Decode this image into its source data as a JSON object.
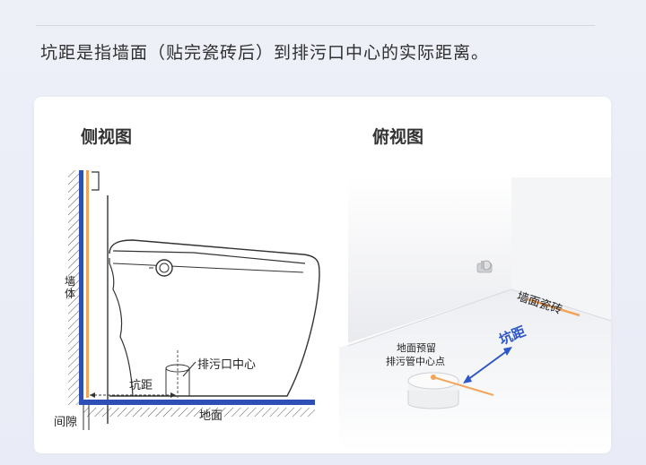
{
  "header": {
    "description": "坑距是指墙面（贴完瓷砖后）到排污口中心的实际距离。"
  },
  "side_view": {
    "title": "侧视图",
    "wall_label": "墙体",
    "drain_label": "排污口中心",
    "pit_distance_label": "坑距",
    "floor_label": "地面",
    "gap_label": "间隙"
  },
  "top_view": {
    "title": "俯视图",
    "tile_label": "墙面瓷砖",
    "pit_distance_label": "坑距",
    "drain_label_line1": "地面预留",
    "drain_label_line2": "排污管中心点"
  },
  "colors": {
    "accent_blue": "#2d4fb6",
    "tile_orange": "#f2a55a",
    "arrow_blue": "#2d56c8"
  }
}
